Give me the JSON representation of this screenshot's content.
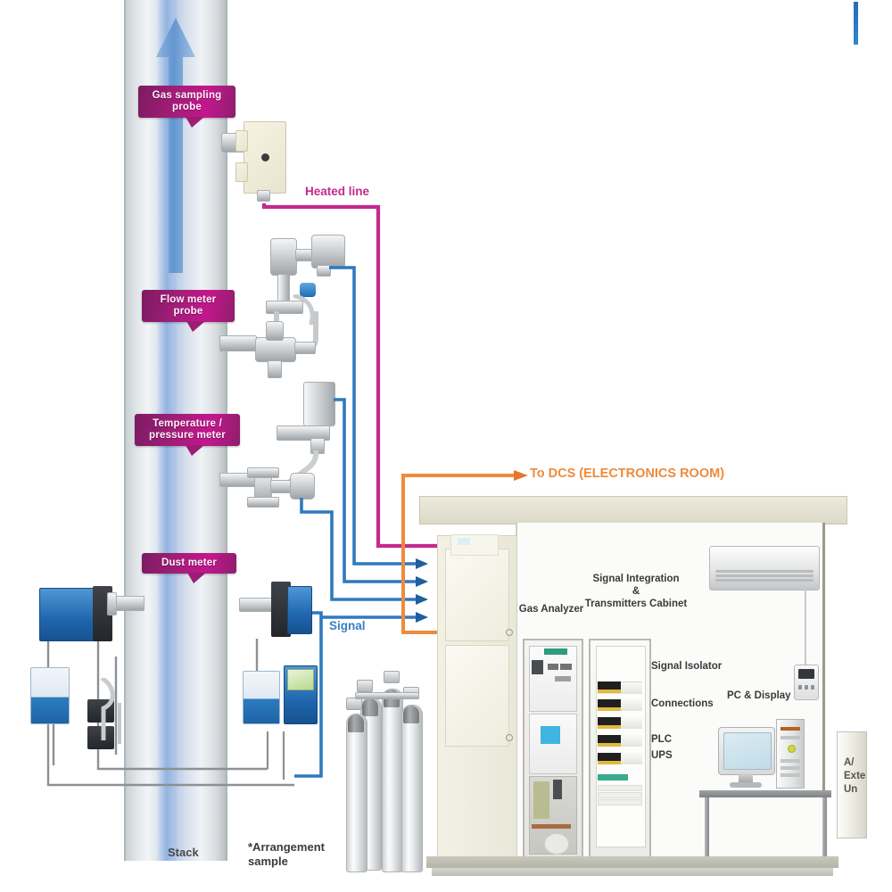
{
  "diagram": {
    "title": "Continuous Emission Monitoring System (CEMS) arrangement",
    "type": "process-instrumentation-schematic"
  },
  "stack": {
    "name_label": "Stack",
    "flow_arrow_icon": "up-arrow-icon",
    "probe_labels": [
      {
        "id": "gas-sampling-probe",
        "text": "Gas sampling\nprobe"
      },
      {
        "id": "flow-meter-probe",
        "text": "Flow meter\nprobe"
      },
      {
        "id": "temperature-pressure-meter",
        "text": "Temperature /\npressure meter"
      },
      {
        "id": "dust-meter",
        "text": "Dust meter"
      }
    ]
  },
  "lines": {
    "heated_line_label": "Heated line",
    "signal_label": "Signal",
    "dcs_label": "To DCS (ELECTRONICS ROOM)",
    "dcs_arrow_icon": "right-arrow-icon",
    "signal_arrow_icon": "right-arrow-icon"
  },
  "colors": {
    "heated_line": "#c42a8f",
    "signal_line": "#2f79bd",
    "dcs_line": "#ef8b3c",
    "probe_label_bg": "#a31d78",
    "stack_body": "#d5dce3",
    "shelter_wall": "#eceade"
  },
  "shelter": {
    "cabinets": [
      {
        "id": "gas-analyzer",
        "label": "Gas Analyzer"
      },
      {
        "id": "transmitters-cabinet",
        "label": "Signal Integration\n&\nTransmitters Cabinet"
      }
    ],
    "annotations": [
      {
        "id": "signal-isolator",
        "text": "Signal Isolator"
      },
      {
        "id": "connections",
        "text": "Connections"
      },
      {
        "id": "plc",
        "text": "PLC"
      },
      {
        "id": "ups",
        "text": "UPS"
      },
      {
        "id": "pc-and-display",
        "text": "PC & Display"
      }
    ],
    "ac_external_unit_label": "A/\nExte\nUn",
    "ac_indoor_unit": "air-conditioner-icon",
    "thermostat": "thermostat-icon"
  },
  "footnote": {
    "text": "*Arrangement\nsample"
  },
  "field_equipment": {
    "gas_cylinders_count": 4,
    "dust_meter_transmitter": "blue-transmitter",
    "dust_meter_receiver": "blue-transmitter",
    "purge_air_blower": "blower-unit",
    "local_display": "local-display-panel"
  }
}
